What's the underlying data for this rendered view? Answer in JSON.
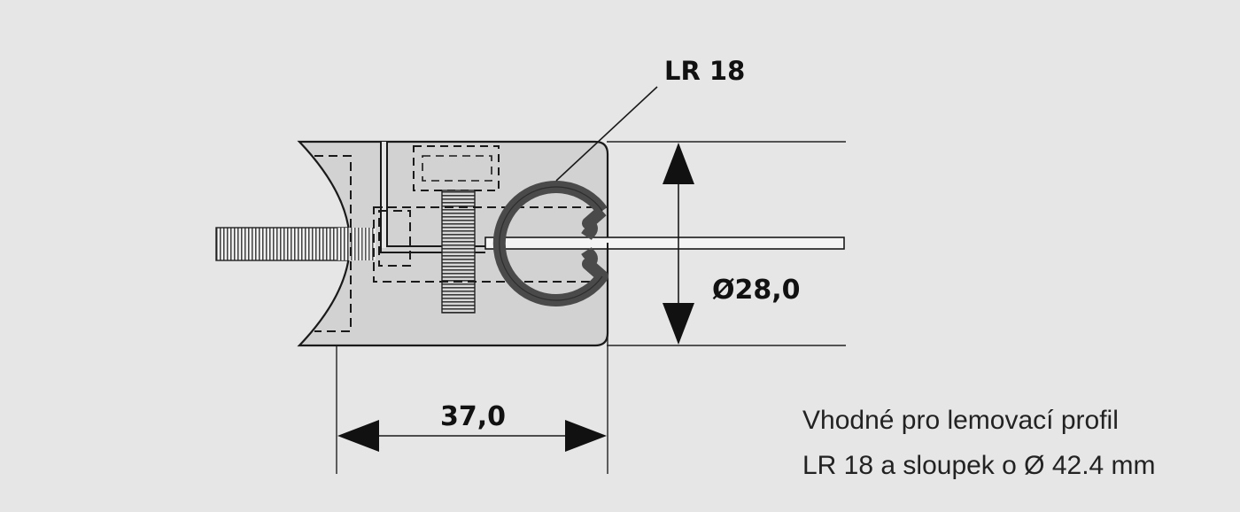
{
  "diagram": {
    "callout_label": "LR 18",
    "dimension_diameter": "Ø28,0",
    "dimension_width": "37,0",
    "note_lines": [
      "Vhodné pro lemovací profil",
      "LR 18 a sloupek o Ø 42.4 mm"
    ]
  },
  "colors": {
    "background": "#e6e6e6",
    "body_fill": "#d2d2d2",
    "outline": "#1a1a1a",
    "profile_ring": "#4a4a4a"
  }
}
